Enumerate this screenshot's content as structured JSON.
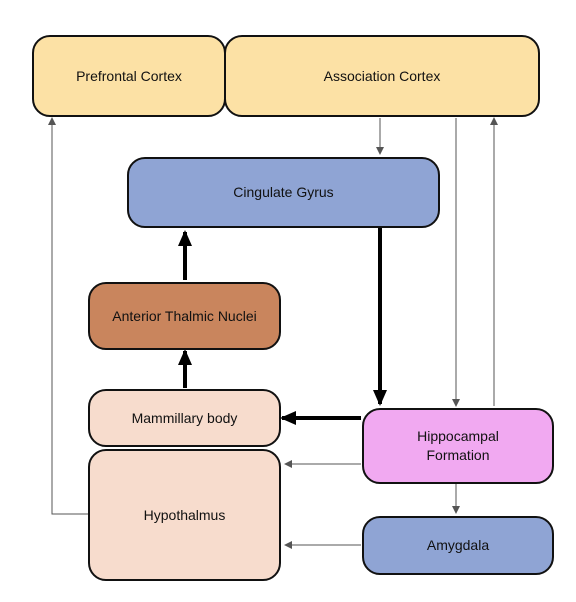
{
  "colors": {
    "cortex": "#FCE1A5",
    "cingulate": "#8FA4D4",
    "anterior": "#C9855D",
    "pink": "#F7DCCD",
    "hippocampal": "#F1A9F1",
    "amygdala": "#8FA4D4",
    "stroke": "#111111",
    "thin_arrow": "#666666"
  },
  "nodes": {
    "prefrontal_cortex": "Prefrontal Cortex",
    "association_cortex": "Association Cortex",
    "cingulate_gyrus": "Cingulate Gyrus",
    "anterior_thalamic_nuclei": "Anterior Thalmic Nuclei",
    "mammillary_body": "Mammillary body",
    "hippocampal_formation": {
      "line1": "Hippocampal",
      "line2": "Formation"
    },
    "hypothalamus": "Hypothalmus",
    "amygdala": "Amygdala"
  }
}
